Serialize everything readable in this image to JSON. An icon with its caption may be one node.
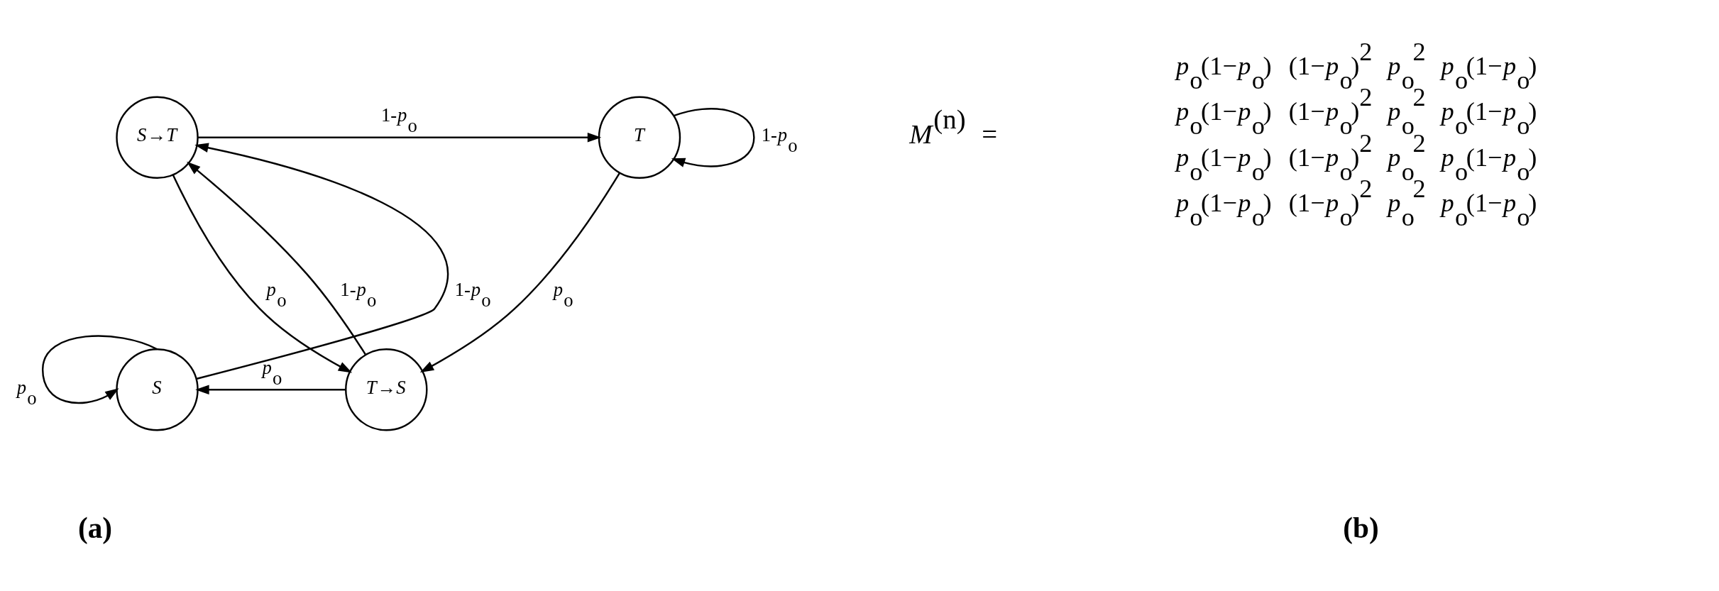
{
  "diagram": {
    "nodes": [
      {
        "text": [
          "*S*→*T*"
        ]
      },
      {
        "text": [
          "*T*"
        ]
      },
      {
        "text": [
          "*T*→*S*"
        ]
      },
      {
        "text": [
          "*S*"
        ]
      }
    ],
    "edges": [
      {
        "from": 0,
        "to": 1,
        "arrow": "to",
        "label": "1-*p*$_{o}$"
      },
      {
        "from": 1,
        "to": 1,
        "arrow": "to",
        "label": "1-*p*$_{o}$"
      },
      {
        "from": 0,
        "to": 2,
        "arrow": "to",
        "label": "*p*$_{o}$"
      },
      {
        "from": 1,
        "to": 2,
        "arrow": "to",
        "label": "*p*$_{o}$"
      },
      {
        "from": 2,
        "to": 0,
        "arrow": "to",
        "label": "1-*p*$_{o}$"
      },
      {
        "from": 2,
        "to": 3,
        "arrow": "to",
        "label": "*p*$_{o}$"
      },
      {
        "from": 3,
        "to": 3,
        "arrow": "to",
        "label": "*p*$_{o}$"
      },
      {
        "from": 3,
        "to": 0,
        "arrow": "to",
        "label": "1-*p*$_{o}$"
      }
    ],
    "labels": [
      "(a)",
      "*M*$^{(n)}$ =",
      "*p*$_{o}$(1−*p*$_{o}$)",
      "(1−*p*$_{o}$)$^{2}$",
      "*p*$_{o}$$^{2}$",
      "*p*$_{o}$(1−*p*$_{o}$)",
      "*p*$_{o}$(1−*p*$_{o}$)",
      "(1−*p*$_{o}$)$^{2}$",
      "*p*$_{o}$$^{2}$",
      "*p*$_{o}$(1−*p*$_{o}$)",
      "*p*$_{o}$(1−*p*$_{o}$)",
      "(1−*p*$_{o}$)$^{2}$",
      "*p*$_{o}$$^{2}$",
      "*p*$_{o}$(1−*p*$_{o}$)",
      "*p*$_{o}$(1−*p*$_{o}$)",
      "(1−*p*$_{o}$)$^{2}$",
      "*p*$_{o}$$^{2}$",
      "*p*$_{o}$(1−*p*$_{o}$)",
      "(b)"
    ]
  }
}
